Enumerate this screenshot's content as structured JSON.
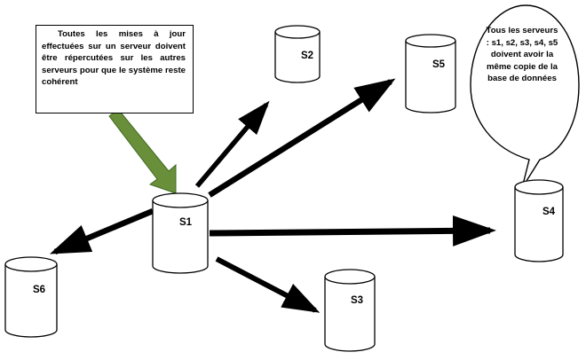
{
  "note": {
    "text": "Toutes les mises à jour effectuées sur un serveur doivent être répercutées sur les autres serveurs pour que le système reste cohérent"
  },
  "bubble": {
    "text": "Tous les serveurs : s1, s2, s3, s4, s5 doivent avoir la même copie de la base de données"
  },
  "servers": {
    "s1": "S1",
    "s2": "S2",
    "s3": "S3",
    "s4": "S4",
    "s5": "S5",
    "s6": "S6"
  },
  "colors": {
    "note_arrow": "#6a8f3a",
    "note_arrow_border": "#3f6b1f",
    "arrows": "#000000",
    "outline": "#000000"
  }
}
